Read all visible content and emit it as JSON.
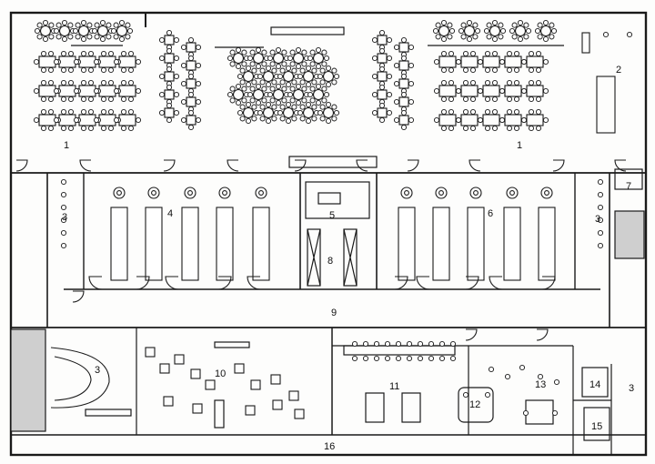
{
  "labels": {
    "l1a": "1",
    "l1b": "1",
    "l2": "2",
    "l3a": "3",
    "l3b": "3",
    "l3c": "3",
    "l3d": "3",
    "l4": "4",
    "l5": "5",
    "l6": "6",
    "l7": "7",
    "l8": "8",
    "l9": "9",
    "l10": "10",
    "l11": "11",
    "l12": "12",
    "l13": "13",
    "l14": "14",
    "l15": "15",
    "l16": "16"
  },
  "colors": {
    "ink": "#1a1a1a",
    "paper": "#fdfdfc"
  }
}
